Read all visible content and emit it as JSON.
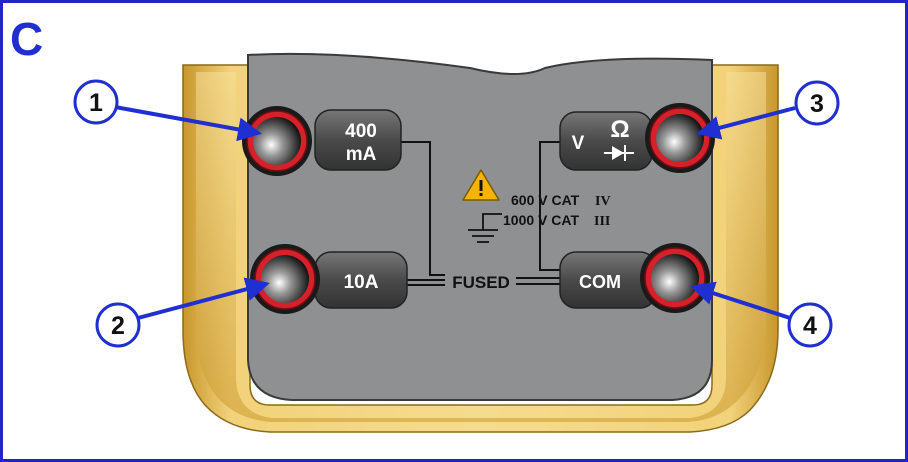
{
  "panel_letter": "C",
  "jack_labels": {
    "ma_top": "400",
    "ma_bottom": "mA",
    "amp": "10A",
    "volt": "V",
    "ohm": "Ω",
    "com": "COM"
  },
  "fused_label": "FUSED",
  "ratings": {
    "line1": "600 V CAT",
    "line1_roman": "IV",
    "line2": "1000 V CAT",
    "line2_roman": "III"
  },
  "callouts": [
    "1",
    "2",
    "3",
    "4"
  ],
  "colors": {
    "frame_border": "#2323c8",
    "callout_blue": "#1f2fd0",
    "holster_yellow": "#e8c15a",
    "panel_gray": "#8f9092",
    "jack_red": "#d6202a",
    "warning_yellow": "#f5b400"
  },
  "icons": [
    "warning-icon",
    "ground-icon",
    "diode-icon"
  ]
}
